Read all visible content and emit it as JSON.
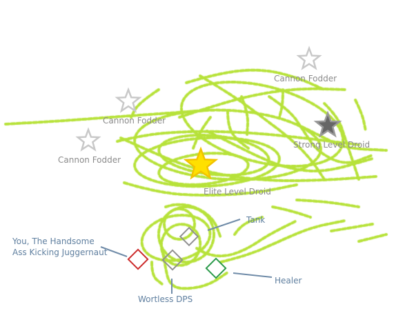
{
  "colors": {
    "scribble": "#b7e23a",
    "star_outline": "#c8c8c8",
    "star_strong_fill": "#666666",
    "star_elite_fill": "#ffe000",
    "star_elite_stroke": "#f2c200",
    "label_gray": "#8a8a8a",
    "label_blue": "#5f7f9f",
    "you_color": "#cc2a2a",
    "tank_color": "#8f8f8f",
    "dps_color": "#8f8f8f",
    "healer_color": "#2b9a4a",
    "leader_line": "#6f8ba8"
  },
  "enemies": [
    {
      "kind": "cannon-fodder",
      "label": "Cannon Fodder"
    },
    {
      "kind": "cannon-fodder",
      "label": "Cannon Fodder"
    },
    {
      "kind": "cannon-fodder",
      "label": "Cannon Fodder"
    },
    {
      "kind": "strong",
      "label": "Strong Level Droid"
    },
    {
      "kind": "elite",
      "label": "Elite Level Droid"
    }
  ],
  "party": {
    "you": {
      "label_line1": "You, The Handsome",
      "label_line2": "Ass Kicking Juggernaut"
    },
    "tank": {
      "label": "Tank"
    },
    "dps": {
      "label": "Wortless DPS"
    },
    "healer": {
      "label": "Healer"
    }
  }
}
